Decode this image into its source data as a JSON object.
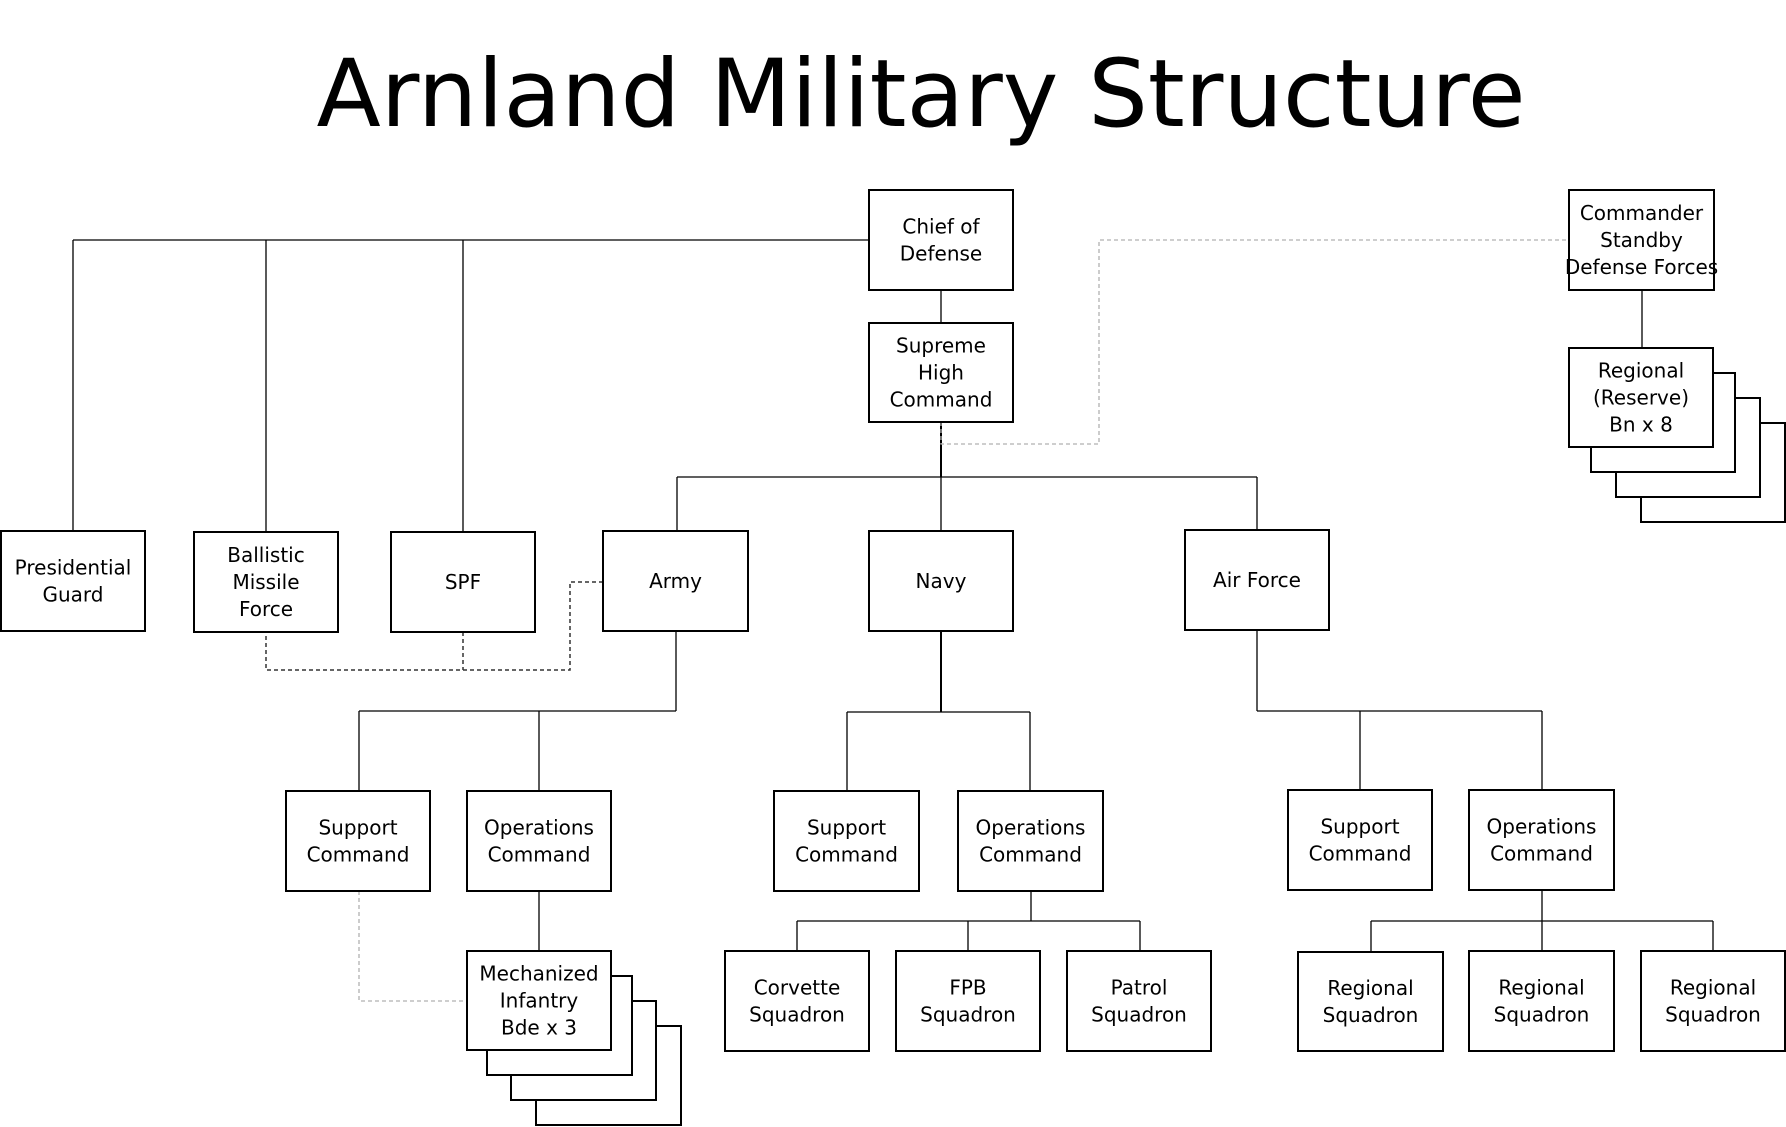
{
  "title": "Arnland Military Structure",
  "nodes": {
    "chief_of_defense": [
      "Chief of",
      "Defense"
    ],
    "commander_standby": [
      "Commander",
      "Standby",
      "Defense Forces"
    ],
    "supreme_high_command": [
      "Supreme",
      "High",
      "Command"
    ],
    "regional_reserve": [
      "Regional",
      "(Reserve)",
      "Bn x 8"
    ],
    "presidential_guard": [
      "Presidential",
      "Guard"
    ],
    "ballistic_missile_force": [
      "Ballistic",
      "Missile",
      "Force"
    ],
    "spf": [
      "SPF"
    ],
    "army": [
      "Army"
    ],
    "navy": [
      "Navy"
    ],
    "air_force": [
      "Air Force"
    ],
    "army_support_command": [
      "Support",
      "Command"
    ],
    "army_operations_command": [
      "Operations",
      "Command"
    ],
    "navy_support_command": [
      "Support",
      "Command"
    ],
    "navy_operations_command": [
      "Operations",
      "Command"
    ],
    "af_support_command": [
      "Support",
      "Command"
    ],
    "af_operations_command": [
      "Operations",
      "Command"
    ],
    "mech_infantry": [
      "Mechanized",
      "Infantry",
      "Bde x 3"
    ],
    "corvette_squadron": [
      "Corvette",
      "Squadron"
    ],
    "fpb_squadron": [
      "FPB",
      "Squadron"
    ],
    "patrol_squadron": [
      "Patrol",
      "Squadron"
    ],
    "regional_squadron_1": [
      "Regional",
      "Squadron"
    ],
    "regional_squadron_2": [
      "Regional",
      "Squadron"
    ],
    "regional_squadron_3": [
      "Regional",
      "Squadron"
    ]
  }
}
